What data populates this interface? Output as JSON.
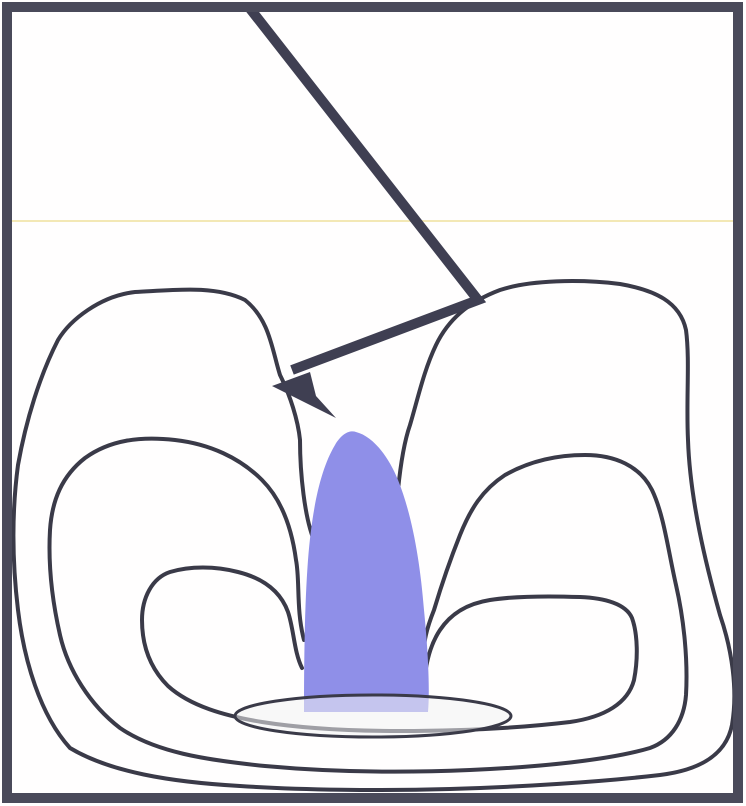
{
  "diagram": {
    "colors": {
      "background": "#fffefe",
      "frame": "#4a4a5a",
      "contour_line": "#3a3a48",
      "arrow": "#3f3f52",
      "plume_fill": "#8f8fe8",
      "base_disc_fill": "#f2f2f2",
      "faint_guide_line": "#f3e8b5"
    },
    "icons": {
      "pointer": "lightning-arrow-icon"
    },
    "elements": {
      "frame": "diagram-frame",
      "contours": [
        "contour-outer",
        "contour-middle",
        "contour-inner"
      ],
      "plume": "central-plume",
      "base": "base-disc"
    }
  }
}
